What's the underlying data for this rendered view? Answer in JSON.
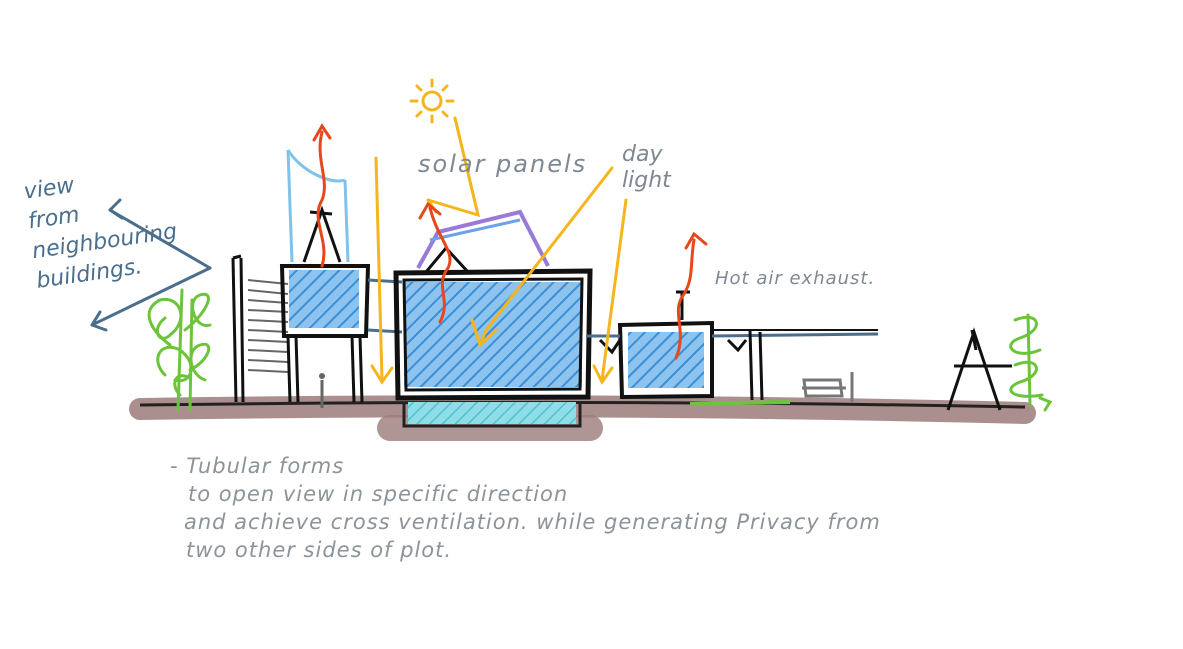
{
  "labels": {
    "view_lines": [
      "view",
      "from",
      "neighbouring",
      "buildings."
    ],
    "solar_panels": "solar panels",
    "day_light_lines": [
      "day",
      "light"
    ],
    "hot_air_exhaust": "Hot air exhaust."
  },
  "notes": [
    "- Tubular forms",
    "to open view in specific direction",
    "and achieve cross ventilation. while generating Privacy from",
    "two other sides of plot."
  ],
  "colors": {
    "ink": "#151515",
    "glass": "#5aa9e6",
    "glass_hatch": "#3c8fd6",
    "ground": "#9c7b7b",
    "pool": "#5fd3e0",
    "sun": "#f5b51c",
    "hot_air": "#e8471c",
    "solar_panel": "#9a7ad8",
    "vegetation": "#6cc43a",
    "annotation_blue": "#4a6e8c",
    "annotation_grey": "#8c9399"
  }
}
